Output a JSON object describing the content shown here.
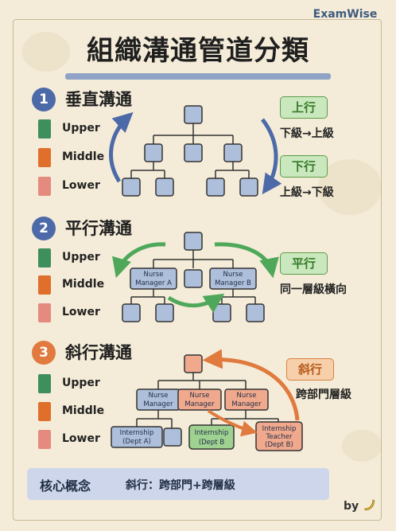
{
  "brand": "ExamWise",
  "title": "組織溝通管道分類",
  "legend": [
    "Upper",
    "Middle",
    "Lower"
  ],
  "colors": {
    "upper": "#3e8f5c",
    "middle": "#df6f2b",
    "lower": "#e58a7f",
    "node_blue": "#aebfdb",
    "node_orange": "#f1a98e",
    "node_green": "#9fd191",
    "arrow_blue": "#4d6aa8",
    "arrow_green": "#4fa85a",
    "arrow_orange": "#e07a3e"
  },
  "sections": [
    {
      "number": "1",
      "title": "垂直溝通",
      "number_color": "#4d6aa8",
      "tags": [
        {
          "label": "上行",
          "caption": "下級→上級"
        },
        {
          "label": "下行",
          "caption": "上級→下級"
        }
      ]
    },
    {
      "number": "2",
      "title": "平行溝通",
      "number_color": "#4d6aa8",
      "tags": [
        {
          "label": "平行",
          "caption": "同一層級橫向"
        }
      ],
      "nodes": {
        "left": [
          "Nurse",
          "Manager A"
        ],
        "right": [
          "Nurse",
          "Manager B"
        ]
      }
    },
    {
      "number": "3",
      "title": "斜行溝通",
      "number_color": "#e07a3e",
      "tags": [
        {
          "label": "斜行",
          "caption": "跨部門層級"
        }
      ],
      "nodes": {
        "manager1": [
          "Nurse",
          "Manager"
        ],
        "manager2": [
          "Nurse",
          "Manager"
        ],
        "manager3": [
          "Nurse",
          "Manager"
        ],
        "intern_a": [
          "Internship",
          "(Dept A)"
        ],
        "intern_b": [
          "Internship",
          "(Dept B"
        ],
        "teacher": [
          "Internship",
          "Teacher",
          "(Dept B)"
        ]
      }
    }
  ],
  "footer": {
    "label": "核心概念",
    "text": "斜行：跨部門+跨層級"
  },
  "byline": "by",
  "byline_icon": "banana-icon"
}
